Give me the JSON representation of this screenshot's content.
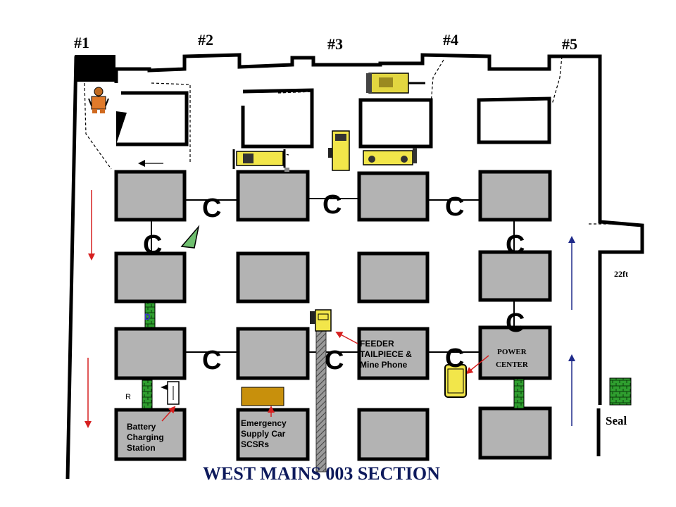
{
  "entries": [
    "#1",
    "#2",
    "#3",
    "#4",
    "#5"
  ],
  "crosscut_marker": "C",
  "labels": {
    "feeder": "FEEDER\nTAILPIECE &\nMine Phone",
    "power_center": "POWER\nCENTER",
    "battery": "Battery\nCharging\nStation",
    "emergency": "Emergency\nSupply Car\nSCSRs",
    "seal": "Seal",
    "distance": "22ft",
    "r_marker": "R",
    "d_marker": "D"
  },
  "title": "WEST MAINS 003 SECTION",
  "colors": {
    "pillar": "#b3b3b3",
    "stopping": "#2f9e2f",
    "flow_arrow_red": "#d62020",
    "flow_arrow_blue": "#1f2a8a",
    "pointer_red": "#d62020",
    "equipment": "#f2e64a",
    "supply_car": "#c8900c",
    "belt": "#8e8e8e",
    "title": "#0e1a5c"
  }
}
